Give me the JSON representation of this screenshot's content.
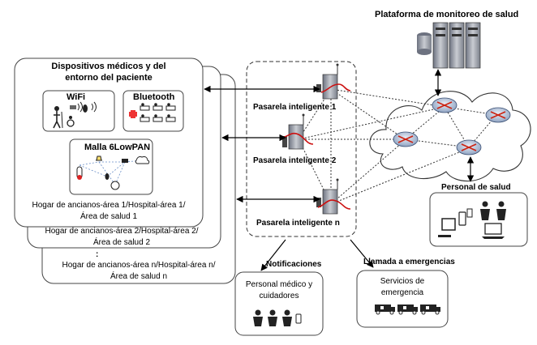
{
  "platform": {
    "title": "Plataforma de monitoreo de salud"
  },
  "devices_box": {
    "title_line1": "Dispositivos médicos y del",
    "title_line2": "entorno del paciente",
    "wifi_label": "WiFi",
    "bluetooth_label": "Bluetooth",
    "mesh_label": "Malla 6LowPAN"
  },
  "homes": {
    "home1_line1": "Hogar de ancianos-área 1/Hospital-área 1/",
    "home1_line2": "Área de salud 1",
    "home2_line1": "Hogar de ancianos-área 2/Hospital-área 2/",
    "home2_line2": "Área de salud 2",
    "ellipsis": ":",
    "homen_line1": "Hogar de ancianos-área n/Hospital-área n/",
    "homen_line2": "Área de salud n"
  },
  "gateways": {
    "g1": "Pasarela inteligente 1",
    "g2": "Pasarela inteligente 2",
    "gn": "Pasarela inteligente n"
  },
  "health_staff": {
    "title": "Personal de salud"
  },
  "notifications": {
    "title": "Notificaciones",
    "box_line1": "Personal médico y",
    "box_line2": "cuidadores"
  },
  "emergency": {
    "title": "Llamada a emergencias",
    "box_line1": "Servicios de",
    "box_line2": "emergencia"
  },
  "colors": {
    "arrow_red": "#cc1111",
    "router_blue": "#5577aa",
    "server_gray": "#8a8f99",
    "cloud_fill": "#ffffff"
  }
}
